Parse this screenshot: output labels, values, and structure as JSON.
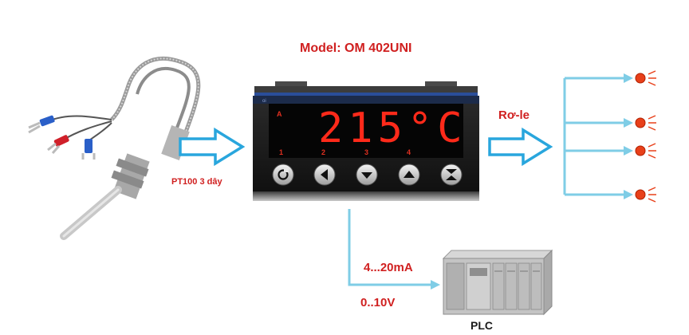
{
  "model_title": "Model: OM 402UNI",
  "sensor_label": "PT100 3 dây",
  "relay_label": "Rơ-le",
  "current_output": "4...20mA",
  "voltage_output": "0..10V",
  "plc_label": "PLC",
  "meter": {
    "display_value": "215°C",
    "indicator_label": "A",
    "channel_numbers": [
      "1",
      "2",
      "3",
      "4"
    ],
    "button_icons": [
      "refresh-icon",
      "left-arrow-icon",
      "down-arrow-icon",
      "up-arrow-icon",
      "enter-icon"
    ]
  },
  "colors": {
    "arrow_fill": "#ffffff",
    "arrow_outline": "#29a6dd",
    "flow_line": "#7fcde6",
    "label_red": "#d02020",
    "display_red": "#ff2a1a",
    "lamp_red": "#e8401a"
  }
}
